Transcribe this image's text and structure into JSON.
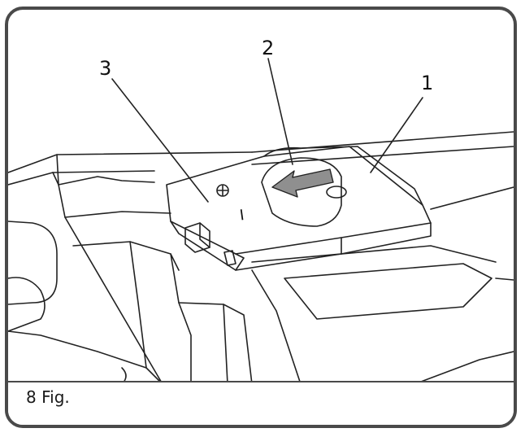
{
  "callouts": {
    "one": "1",
    "two": "2",
    "three": "3"
  },
  "switch_marks": {
    "on": "I",
    "off": "O"
  },
  "caption": "8 Fig.",
  "colors": {
    "frame": "#4a4a4a",
    "line": "#222222",
    "arrow_fill": "#8f8f8f"
  }
}
